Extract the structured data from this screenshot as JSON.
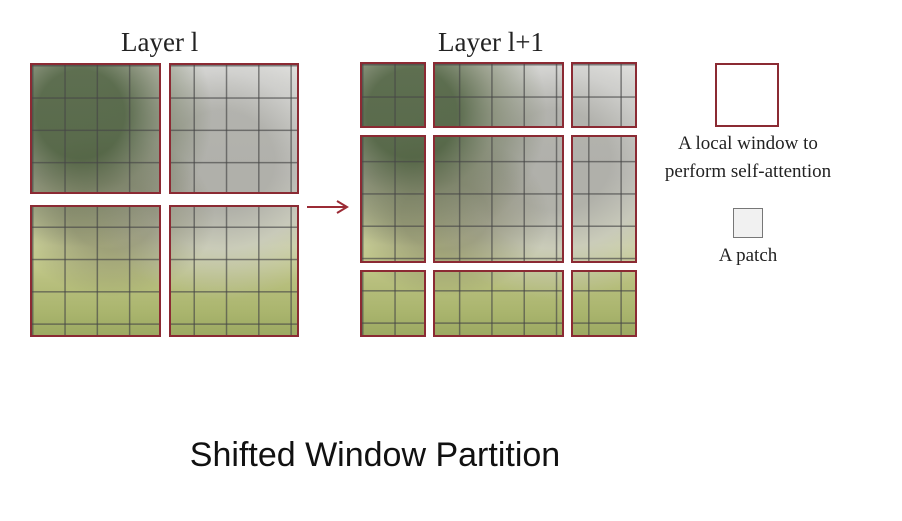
{
  "left_title": "Layer l",
  "right_title": "Layer l+1",
  "legend": {
    "window_line1": "A local window to",
    "window_line2": "perform self-attention",
    "patch_label": "A patch"
  },
  "caption": "Shifted Window Partition",
  "colors": {
    "window_border": "#8b2a33",
    "arrow": "#9b2b35",
    "grid_line": "#464646"
  }
}
